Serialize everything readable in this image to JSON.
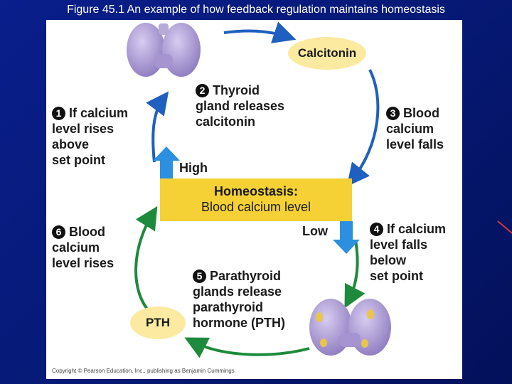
{
  "slide": {
    "title": "Figure 45.1  An example of how feedback regulation maintains homeostasis"
  },
  "diagram": {
    "center_title": "Homeostasis:",
    "center_subtitle": "Blood calcium level",
    "high_label": "High",
    "low_label": "Low",
    "calcitonin_label": "Calcitonin",
    "pth_label": "PTH",
    "steps": [
      {
        "number": "1",
        "lines": [
          "If calcium",
          "level rises",
          "above",
          "set point"
        ]
      },
      {
        "number": "2",
        "lines": [
          "Thyroid",
          "gland releases",
          "calcitonin"
        ]
      },
      {
        "number": "3",
        "lines": [
          "Blood",
          "calcium",
          "level falls"
        ]
      },
      {
        "number": "4",
        "lines": [
          "If calcium",
          "level falls",
          "below",
          "set point"
        ]
      },
      {
        "number": "5",
        "lines": [
          "Parathyroid",
          "glands release",
          "parathyroid",
          "hormone (PTH)"
        ]
      },
      {
        "number": "6",
        "lines": [
          "Blood",
          "calcium",
          "level rises"
        ]
      }
    ],
    "copyright": "Copyright © Pearson Education, Inc., publishing as Benjamin Cummings"
  },
  "colors": {
    "background": "#0a1e8c",
    "high_arrow": "#2c8fe0",
    "cycle_blue": "#1f5fbf",
    "cycle_green": "#1d8a3c",
    "center_box": "#f5d136",
    "hormone_pill": "#fbeaa0",
    "thyroid": "#a594cf",
    "parathyroid": "#e8c64a"
  },
  "icons": [
    "thyroid-gland-icon",
    "thyroid-with-parathyroid-icon"
  ]
}
